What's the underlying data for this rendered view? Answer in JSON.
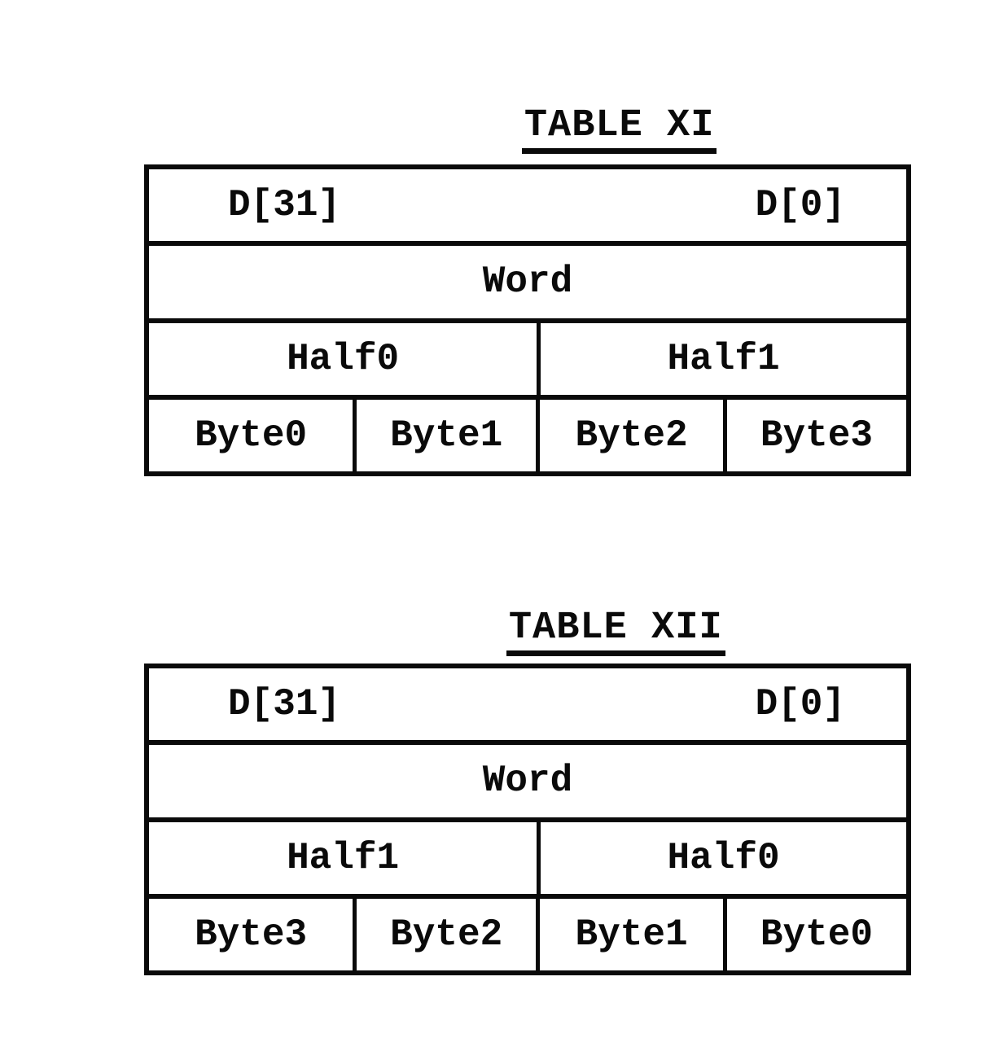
{
  "page": {
    "background": "#ffffff",
    "ink": "#0a0a0a"
  },
  "tables": [
    {
      "title": "TABLE XI",
      "bits": {
        "high": "D[31]",
        "low": "D[0]"
      },
      "word": {
        "label": "Word"
      },
      "halves": {
        "cells": [
          "Half0",
          "Half1"
        ]
      },
      "bytes": {
        "cells": [
          "Byte0",
          "Byte1",
          "Byte2",
          "Byte3"
        ]
      }
    },
    {
      "title": "TABLE XII",
      "bits": {
        "high": "D[31]",
        "low": "D[0]"
      },
      "word": {
        "label": "Word"
      },
      "halves": {
        "cells": [
          "Half1",
          "Half0"
        ]
      },
      "bytes": {
        "cells": [
          "Byte3",
          "Byte2",
          "Byte1",
          "Byte0"
        ]
      }
    }
  ]
}
